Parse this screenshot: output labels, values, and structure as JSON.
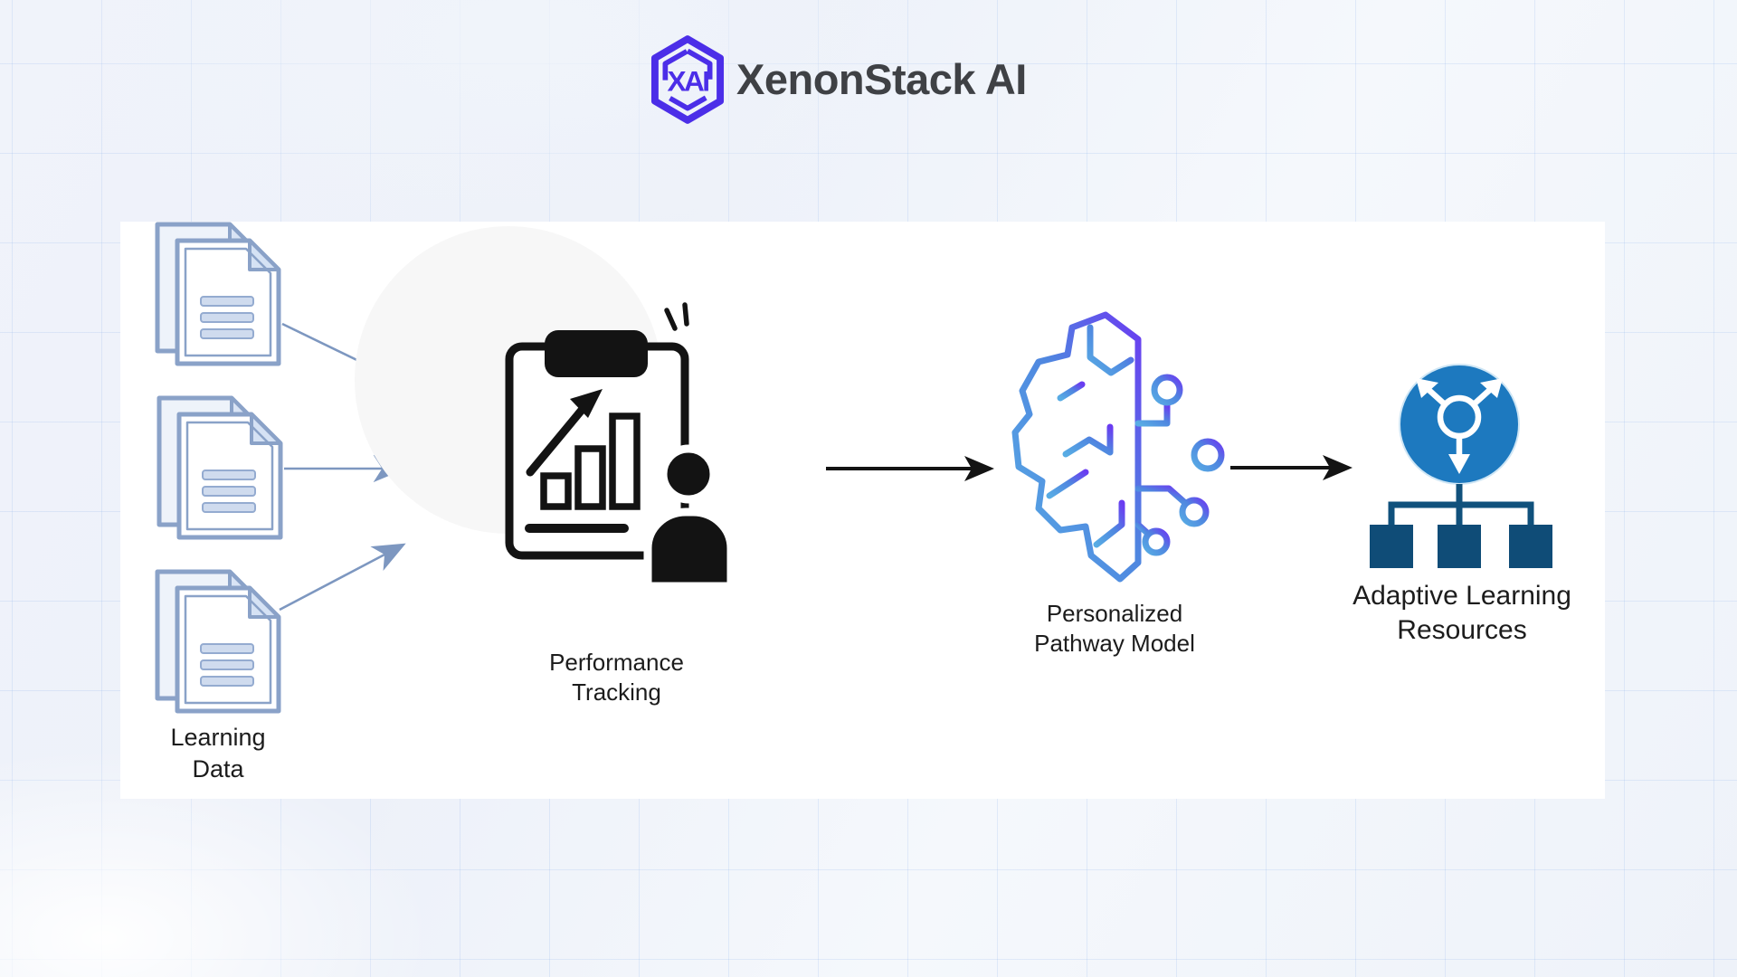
{
  "logo": {
    "monogram": "XAI",
    "brand": "XenonStack AI"
  },
  "diagram": {
    "title_flow": "Learning Data -> Performance Tracking -> Personalized Pathway Model -> Adaptive Learning Resources",
    "nodes": [
      {
        "id": "learning-data",
        "label": "Learning Data",
        "icon": "document-stack-icon",
        "count_of_documents": 3
      },
      {
        "id": "performance-tracking",
        "label": "Performance Tracking",
        "icon": "clipboard-analytics-person-icon"
      },
      {
        "id": "personalized-pathway-model",
        "label": "Personalized Pathway Model",
        "icon": "ai-brain-circuit-icon"
      },
      {
        "id": "adaptive-learning-resources",
        "label": "Adaptive Learning Resources",
        "icon": "distribution-network-icon"
      }
    ],
    "connectors": [
      {
        "from": "learning-data-doc-1",
        "to": "performance-tracking",
        "style": "thin-blue-arrow"
      },
      {
        "from": "learning-data-doc-2",
        "to": "performance-tracking",
        "style": "thin-blue-arrow"
      },
      {
        "from": "learning-data-doc-3",
        "to": "performance-tracking",
        "style": "thin-blue-arrow"
      },
      {
        "from": "performance-tracking",
        "to": "personalized-pathway-model",
        "style": "black-arrow"
      },
      {
        "from": "personalized-pathway-model",
        "to": "adaptive-learning-resources",
        "style": "black-arrow"
      }
    ]
  },
  "colors": {
    "logo_purple": "#4b2ee8",
    "brand_text": "#3f4145",
    "document_outline": "#8aa2c8",
    "document_fill": "#d5e2f4",
    "connector_blue": "#7d97c0",
    "icon_ink": "#131313",
    "brain_gradient_start": "#58ace4",
    "brain_gradient_end": "#6a3cf1",
    "hub_circle_blue": "#1d79bf",
    "hub_square_navy": "#0f4c77",
    "background": "#eef2f9",
    "panel": "#ffffff"
  }
}
